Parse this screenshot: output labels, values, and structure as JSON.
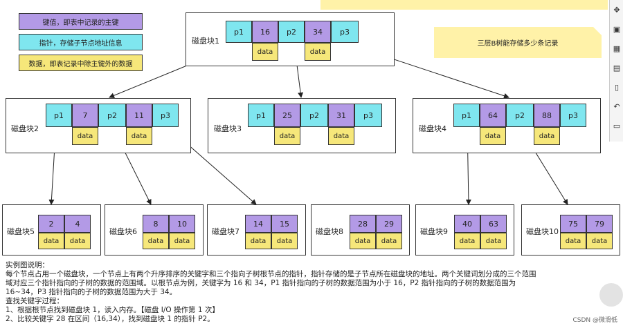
{
  "legend": [
    {
      "text": "键值，即表中记录的主键",
      "color": "#b39ae6"
    },
    {
      "text": "指针，存储子节点地址信息",
      "color": "#7fe6ef"
    },
    {
      "text": "数据，即表记录中除主键外的数据",
      "color": "#f6e77a"
    }
  ],
  "note": "三层B树能存储多少条记录",
  "blocks": {
    "b1": {
      "label": "磁盘块1",
      "p": [
        "p1",
        "p2",
        "p3"
      ],
      "k": [
        "16",
        "34"
      ],
      "d": [
        "data",
        "data"
      ]
    },
    "b2": {
      "label": "磁盘块2",
      "p": [
        "p1",
        "p2",
        "p3"
      ],
      "k": [
        "7",
        "11"
      ],
      "d": [
        "data",
        "data"
      ]
    },
    "b3": {
      "label": "磁盘块3",
      "p": [
        "p1",
        "p2",
        "p3"
      ],
      "k": [
        "25",
        "31"
      ],
      "d": [
        "data",
        "data"
      ]
    },
    "b4": {
      "label": "磁盘块4",
      "p": [
        "p1",
        "p2",
        "p3"
      ],
      "k": [
        "64",
        "88"
      ],
      "d": [
        "data",
        "data"
      ]
    },
    "b5": {
      "label": "磁盘块5",
      "k": [
        "2",
        "4"
      ],
      "d": [
        "data",
        "data"
      ]
    },
    "b6": {
      "label": "磁盘块6",
      "k": [
        "8",
        "10"
      ],
      "d": [
        "data",
        "data"
      ]
    },
    "b7": {
      "label": "磁盘块7",
      "k": [
        "14",
        "15"
      ],
      "d": [
        "data",
        "data"
      ]
    },
    "b8": {
      "label": "磁盘块8",
      "k": [
        "28",
        "29"
      ],
      "d": [
        "data",
        "data"
      ]
    },
    "b9": {
      "label": "磁盘块9",
      "k": [
        "40",
        "63"
      ],
      "d": [
        "data",
        "data"
      ]
    },
    "b10": {
      "label": "磁盘块10",
      "k": [
        "75",
        "79"
      ],
      "d": [
        "data",
        "data"
      ]
    }
  },
  "description": [
    "实例图说明：",
    "每个节点占用一个磁盘块，一个节点上有两个升序排序的关键字和三个指向子树根节点的指针，指针存储的是子节点所在磁盘块的地址。两个关键词划分成的三个范围",
    "域对应三个指针指向的子树的数据的范围域。以根节点为例，关键字为 16 和 34，P1 指针指向的子树的数据范围为小于 16，P2 指针指向的子树的数据范围为",
    "16~34，P3 指针指向的子树的数据范围为大于 34。",
    "查找关键字过程：",
    "1、根据根节点找到磁盘块 1，读入内存。【磁盘 I/O 操作第 1 次】",
    "2、比较关键字 28 在区间（16,34），找到磁盘块 1 的指针 P2。"
  ],
  "watermark": "CSDN @微滑低",
  "toolbar_icons": [
    "move-icon",
    "image-icon",
    "grid-icon",
    "panel-icon",
    "page-icon",
    "undo-icon",
    "comment-icon"
  ]
}
